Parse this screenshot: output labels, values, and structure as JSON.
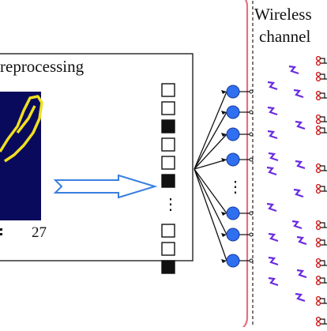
{
  "diagram": {
    "preprocessing_title": "reprocessing",
    "wireless_title_line1": "Wireless",
    "wireless_title_line2": "channel",
    "axis_tick_end": "27",
    "vertical_ellipsis": "⋮",
    "colors": {
      "outer_border": "#e8707f",
      "image_bg": "#0a0a5c",
      "digit_stroke": "#f0e020",
      "arrow_outline": "#3a7fe0",
      "node_fill": "#2f6ff0",
      "edge": "#111111",
      "signal": "#6a2be0",
      "antenna": "#d01a1a"
    },
    "vector_cells": [
      "white",
      "white",
      "black",
      "white",
      "white",
      "black",
      "white",
      "white",
      "black"
    ]
  }
}
